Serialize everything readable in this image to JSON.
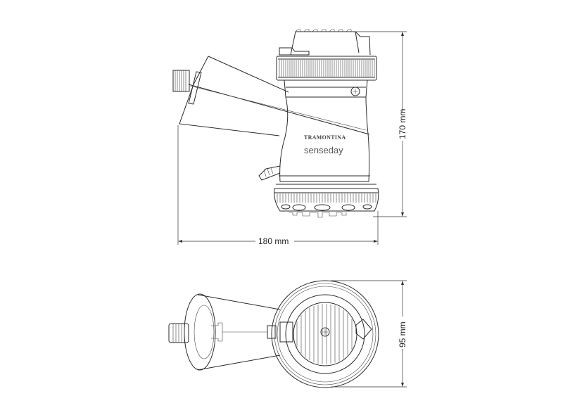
{
  "side_view": {
    "brand_label": "TRAMONTINA",
    "model_label": "senseday",
    "height_dimension": "170 mm",
    "width_dimension": "180 mm"
  },
  "top_view": {
    "depth_dimension": "95 mm"
  },
  "colors": {
    "line": "#2a2a2a",
    "background": "#ffffff"
  }
}
